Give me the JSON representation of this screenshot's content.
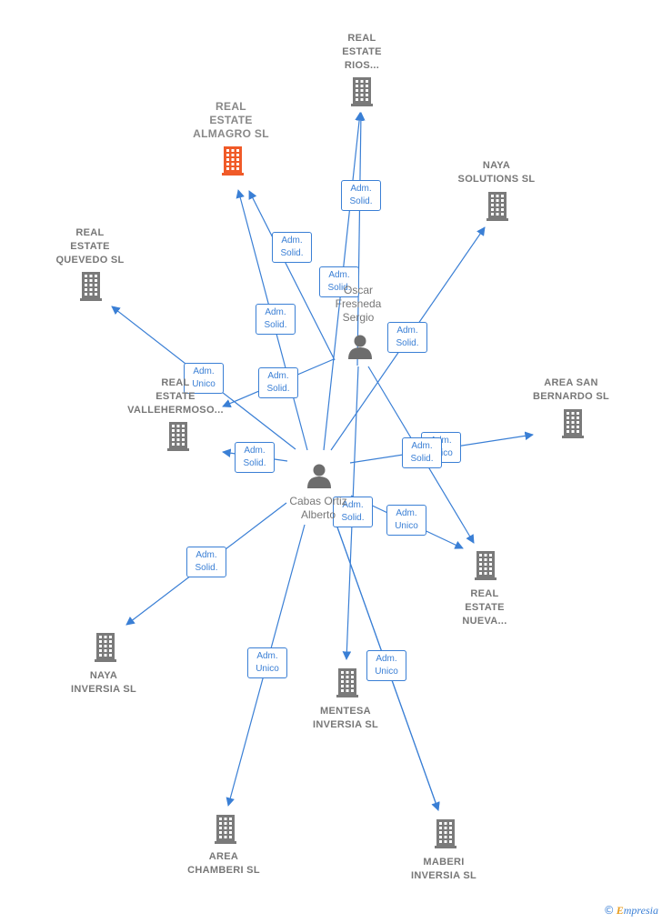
{
  "colors": {
    "edge": "#3a7fd5",
    "building": "#7a7a7a",
    "building_highlight": "#f05a28",
    "person": "#6d6d6d"
  },
  "companies": [
    {
      "id": "c_rios",
      "label": [
        "REAL",
        "ESTATE",
        "RIOS..."
      ],
      "highlight": false
    },
    {
      "id": "c_almagro",
      "label": [
        "REAL",
        "ESTATE",
        "ALMAGRO  SL"
      ],
      "highlight": true
    },
    {
      "id": "c_naya_sol",
      "label": [
        "NAYA",
        "SOLUTIONS  SL"
      ],
      "highlight": false
    },
    {
      "id": "c_quevedo",
      "label": [
        "REAL",
        "ESTATE",
        "QUEVEDO  SL"
      ],
      "highlight": false
    },
    {
      "id": "c_valle",
      "label": [
        "REAL",
        "ESTATE",
        "VALLEHERMOSO..."
      ],
      "highlight": false
    },
    {
      "id": "c_bernardo",
      "label": [
        "AREA SAN",
        "BERNARDO  SL"
      ],
      "highlight": false
    },
    {
      "id": "c_nueva",
      "label": [
        "REAL",
        "ESTATE",
        "NUEVA..."
      ],
      "highlight": false
    },
    {
      "id": "c_naya_inv",
      "label": [
        "NAYA",
        "INVERSIA  SL"
      ],
      "highlight": false
    },
    {
      "id": "c_mentesa",
      "label": [
        "MENTESA",
        "INVERSIA  SL"
      ],
      "highlight": false
    },
    {
      "id": "c_chamberi",
      "label": [
        "AREA",
        "CHAMBERI  SL"
      ],
      "highlight": false
    },
    {
      "id": "c_maberi",
      "label": [
        "MABERI",
        "INVERSIA  SL"
      ],
      "highlight": false
    }
  ],
  "persons": [
    {
      "id": "p_oscar",
      "label": [
        "Oscar",
        "Fresneda",
        "Sergio"
      ]
    },
    {
      "id": "p_cabas",
      "label": [
        "Cabas Ortiz",
        "Alberto"
      ]
    }
  ],
  "edges": [
    {
      "from": "p_cabas",
      "to": "c_rios",
      "label": [
        "Adm.",
        "Solid."
      ]
    },
    {
      "from": "p_oscar",
      "to": "c_rios",
      "label": [
        "Adm.",
        "Solid."
      ]
    },
    {
      "from": "p_cabas",
      "to": "c_almagro",
      "label": [
        "Adm.",
        "Solid."
      ]
    },
    {
      "from": "p_oscar",
      "to": "c_almagro",
      "label": [
        "Adm.",
        "Solid."
      ]
    },
    {
      "from": "p_cabas",
      "to": "c_naya_sol",
      "label": [
        "Adm.",
        "Solid."
      ]
    },
    {
      "from": "p_cabas",
      "to": "c_quevedo",
      "label": [
        "Adm.",
        "Unico"
      ]
    },
    {
      "from": "p_oscar",
      "to": "c_valle",
      "label": [
        "Adm.",
        "Solid."
      ]
    },
    {
      "from": "p_cabas",
      "to": "c_valle",
      "label": [
        "Adm.",
        "Solid."
      ]
    },
    {
      "from": "p_oscar",
      "to": "c_bernardo",
      "label": [
        "Adm.",
        "Unico"
      ]
    },
    {
      "from": "p_cabas",
      "to": "c_bernardo",
      "label": [
        "Adm.",
        "Solid."
      ]
    },
    {
      "from": "p_oscar",
      "to": "c_nueva",
      "label": [
        "Adm.",
        "Unico"
      ]
    },
    {
      "from": "p_cabas",
      "to": "c_nueva",
      "label": [
        "Adm.",
        "Solid."
      ]
    },
    {
      "from": "p_cabas",
      "to": "c_naya_inv",
      "label": [
        "Adm.",
        "Solid."
      ]
    },
    {
      "from": "p_oscar",
      "to": "c_mentesa",
      "label": [
        "Adm.",
        "Unico"
      ]
    },
    {
      "from": "p_cabas",
      "to": "c_chamberi",
      "label": [
        "Adm.",
        "Unico"
      ]
    },
    {
      "from": "p_cabas",
      "to": "c_maberi",
      "label": [
        "Adm.",
        "Unico"
      ]
    }
  ],
  "brand": {
    "copyright": "©",
    "first": "E",
    "rest": "mpresia"
  }
}
